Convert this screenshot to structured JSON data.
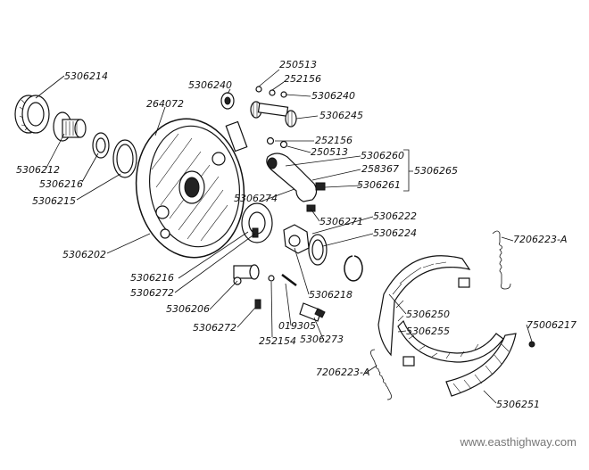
{
  "labels": {
    "l5306214": "5306214",
    "l5306212": "5306212",
    "l5306216a": "5306216",
    "l5306215": "5306215",
    "l264072": "264072",
    "l5306240a": "5306240",
    "l250513a": "250513",
    "l252156a": "252156",
    "l5306240b": "5306240",
    "l5306245": "5306245",
    "l252156b": "252156",
    "l250513b": "250513",
    "l5306260": "5306260",
    "l258367": "258367",
    "l5306265": "5306265",
    "l5306261": "5306261",
    "l5306274": "5306274",
    "l5306271": "5306271",
    "l5306222": "5306222",
    "l5306224": "5306224",
    "l5306202": "5306202",
    "l5306216b": "5306216",
    "l5306272a": "5306272",
    "l5306206": "5306206",
    "l5306218": "5306218",
    "l5306272b": "5306272",
    "l019305": "019305",
    "l252154": "252154",
    "l5306273": "5306273",
    "l5306250": "5306250",
    "l5306255": "5306255",
    "l7206223a": "7206223-A",
    "l7206223b": "7206223-A",
    "l75006217": "75006217",
    "l5306251": "5306251"
  },
  "watermark": "www.easthighway.com"
}
